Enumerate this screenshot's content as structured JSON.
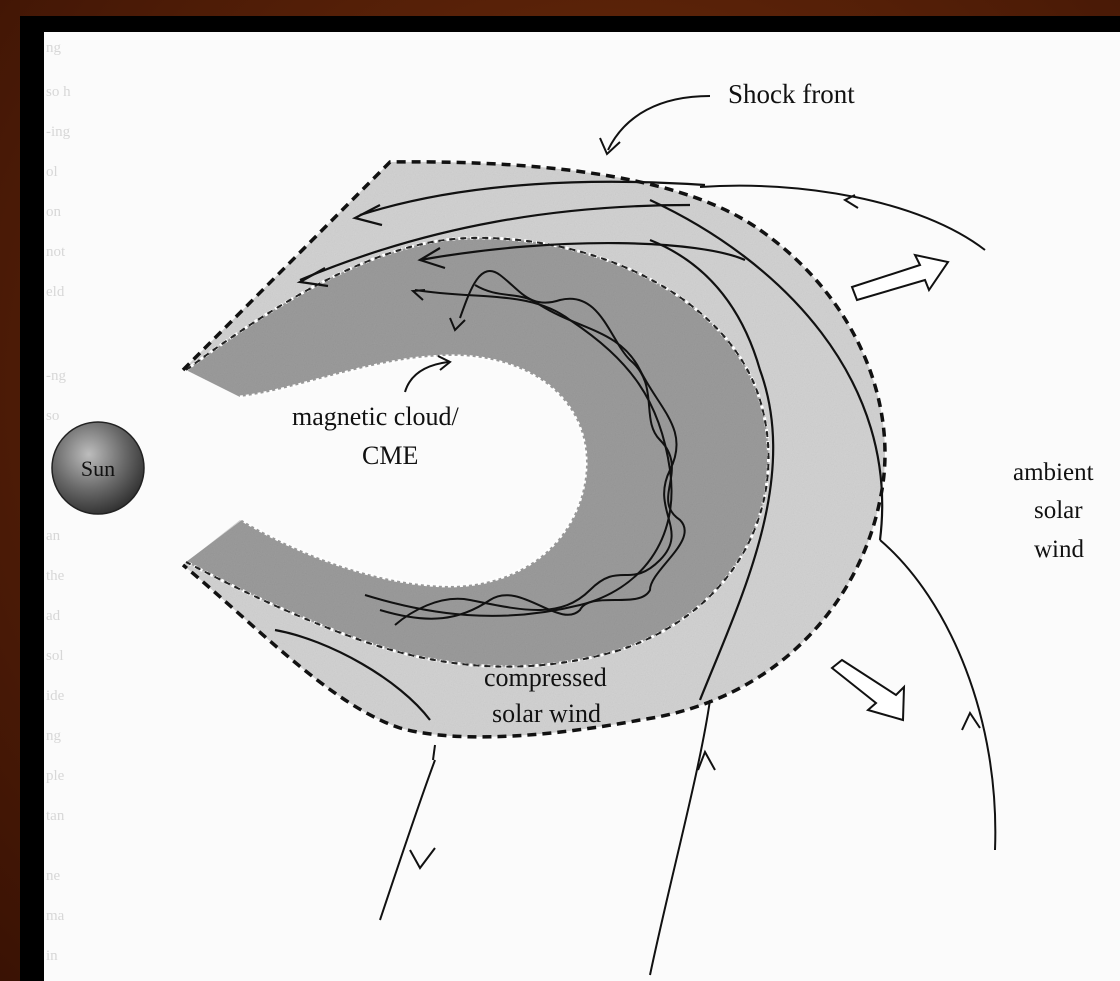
{
  "labels": {
    "shock_front": "Shock front",
    "magnetic_cloud_line1": "magnetic cloud/",
    "magnetic_cloud_line2": "CME",
    "sun": "Sun",
    "ambient_line1": "ambient",
    "ambient_line2": "solar",
    "ambient_line3": "wind",
    "compressed_line1": "compressed",
    "compressed_line2": "solar wind"
  },
  "colors": {
    "outer_region": "#d2d2d2",
    "inner_region": "#9b9b9b",
    "sun_fill": "#5e5e5e",
    "background": "#7a3414"
  },
  "arrows": [
    {
      "name": "outward-arrow-upper",
      "direction": "up-right"
    },
    {
      "name": "outward-arrow-lower",
      "direction": "down-right"
    }
  ]
}
